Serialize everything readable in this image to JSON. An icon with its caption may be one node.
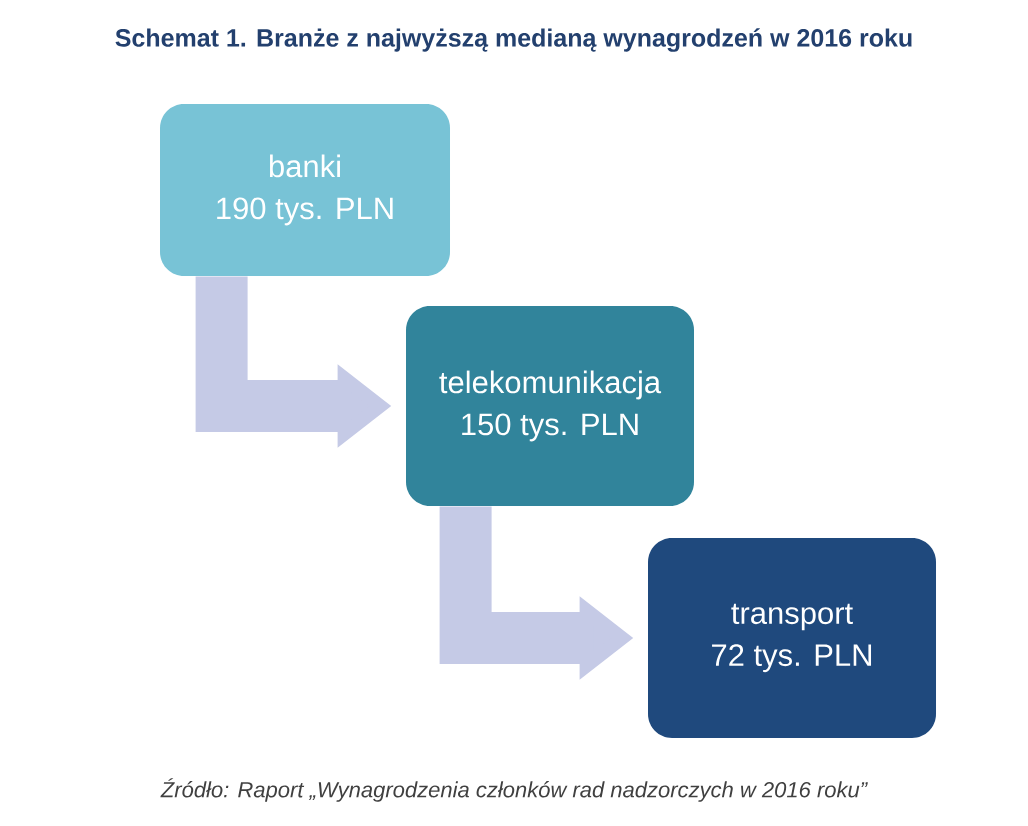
{
  "diagram": {
    "title": "Schemat 1. Branże z najwyższą medianą wynagrodzeń w 2016 roku",
    "caption": "Źródło: Raport „Wynagrodzenia członków rad nadzorczych w 2016 roku”",
    "nodes": [
      {
        "text": [
          "banki",
          "190 tys. PLN"
        ]
      },
      {
        "text": [
          "telekomunikacja",
          "150 tys. PLN"
        ]
      },
      {
        "text": [
          "transport",
          "72 tys. PLN"
        ]
      }
    ],
    "edges": [
      {
        "from": 0,
        "to": 1,
        "arrow": "to"
      },
      {
        "from": 1,
        "to": 2,
        "arrow": "to"
      }
    ]
  }
}
